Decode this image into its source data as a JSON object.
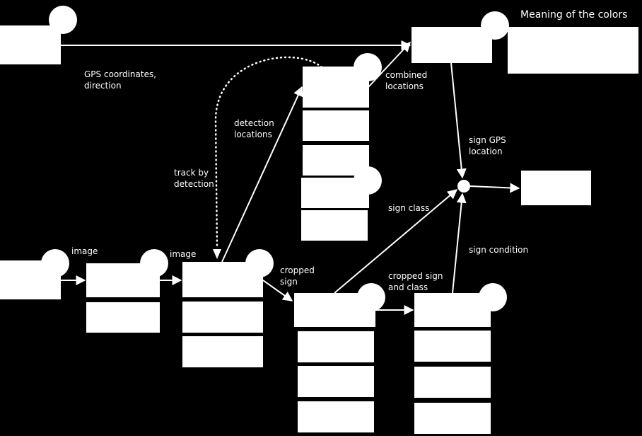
{
  "legend": {
    "title": "Meaning of the colors"
  },
  "edge_labels": {
    "gps": [
      "GPS coordinates,",
      "direction"
    ],
    "combined": [
      "combined",
      "locations"
    ],
    "detection": [
      "detection",
      "locations"
    ],
    "track": [
      "track by",
      "detection"
    ],
    "sign_gps": [
      "sign GPS",
      "location"
    ],
    "sign_class": [
      "sign class"
    ],
    "sign_condition": [
      "sign condition"
    ],
    "image1": [
      "image"
    ],
    "image2": [
      "image"
    ],
    "cropped": [
      "cropped",
      "sign"
    ],
    "cropped_class": [
      "cropped sign",
      "and class"
    ]
  },
  "colors": {
    "background": "#000000",
    "foreground": "#ffffff"
  }
}
